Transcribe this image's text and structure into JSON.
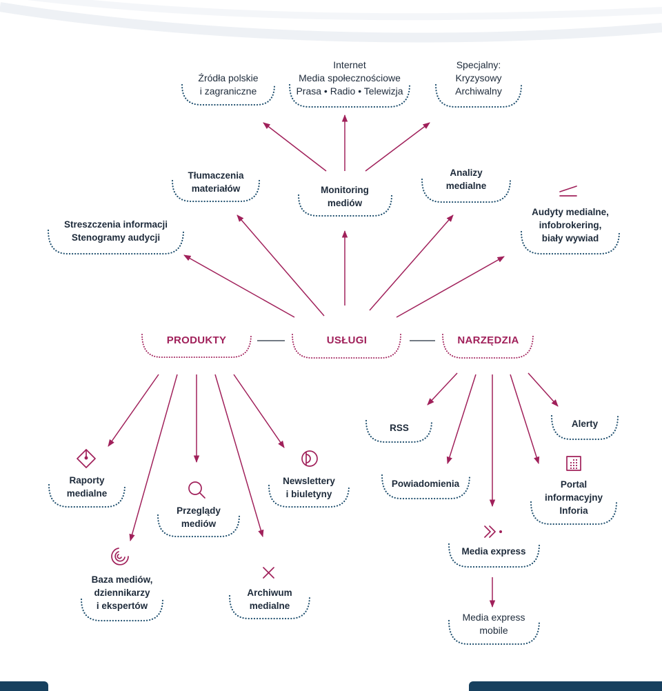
{
  "colors": {
    "accent": "#a0205a",
    "dots": "#1f4f6e",
    "text": "#1d2a3a",
    "bar": "#17405e"
  },
  "hubs": {
    "produkty": "PRODUKTY",
    "uslugi": "USŁUGI",
    "narzedzia": "NARZĘDZIA"
  },
  "sources": {
    "zrodla": [
      "Źródła polskie",
      "i zagraniczne"
    ],
    "internet": [
      "Internet",
      "Media społecznościowe",
      "Prasa • Radio • Telewizja"
    ],
    "specjalny": [
      "Specjalny:",
      "Kryzysowy",
      "Archiwalny"
    ]
  },
  "services": {
    "streszczenia": [
      "Streszczenia informacji",
      "Stenogramy audycji"
    ],
    "tlumaczenia": [
      "Tłumaczenia",
      "materiałów"
    ],
    "monitoring": [
      "Monitoring",
      "mediów"
    ],
    "analizy": [
      "Analizy",
      "medialne"
    ],
    "audyty": [
      "Audyty medialne,",
      "infobrokering,",
      "biały wywiad"
    ]
  },
  "products": {
    "raporty": [
      "Raporty",
      "medialne"
    ],
    "przeglady": [
      "Przeglądy",
      "mediów"
    ],
    "newslettery": [
      "Newslettery",
      "i biuletyny"
    ],
    "baza": [
      "Baza mediów,",
      "dziennikarzy",
      "i ekspertów"
    ],
    "archiwum": [
      "Archiwum",
      "medialne"
    ]
  },
  "tools": {
    "rss": [
      "RSS"
    ],
    "alerty": [
      "Alerty"
    ],
    "powiadomienia": [
      "Powiadomienia"
    ],
    "portal": [
      "Portal",
      "informacyjny",
      "Inforia"
    ],
    "media_express": [
      "Media express"
    ],
    "media_express_mobile": [
      "Media express",
      "mobile"
    ]
  },
  "icons": [
    "stacked-lines-icon",
    "tag-icon",
    "magnifier-icon",
    "newsletter-icon",
    "broadcast-icon",
    "cross-icon",
    "grid-icon",
    "double-chevron-icon"
  ]
}
